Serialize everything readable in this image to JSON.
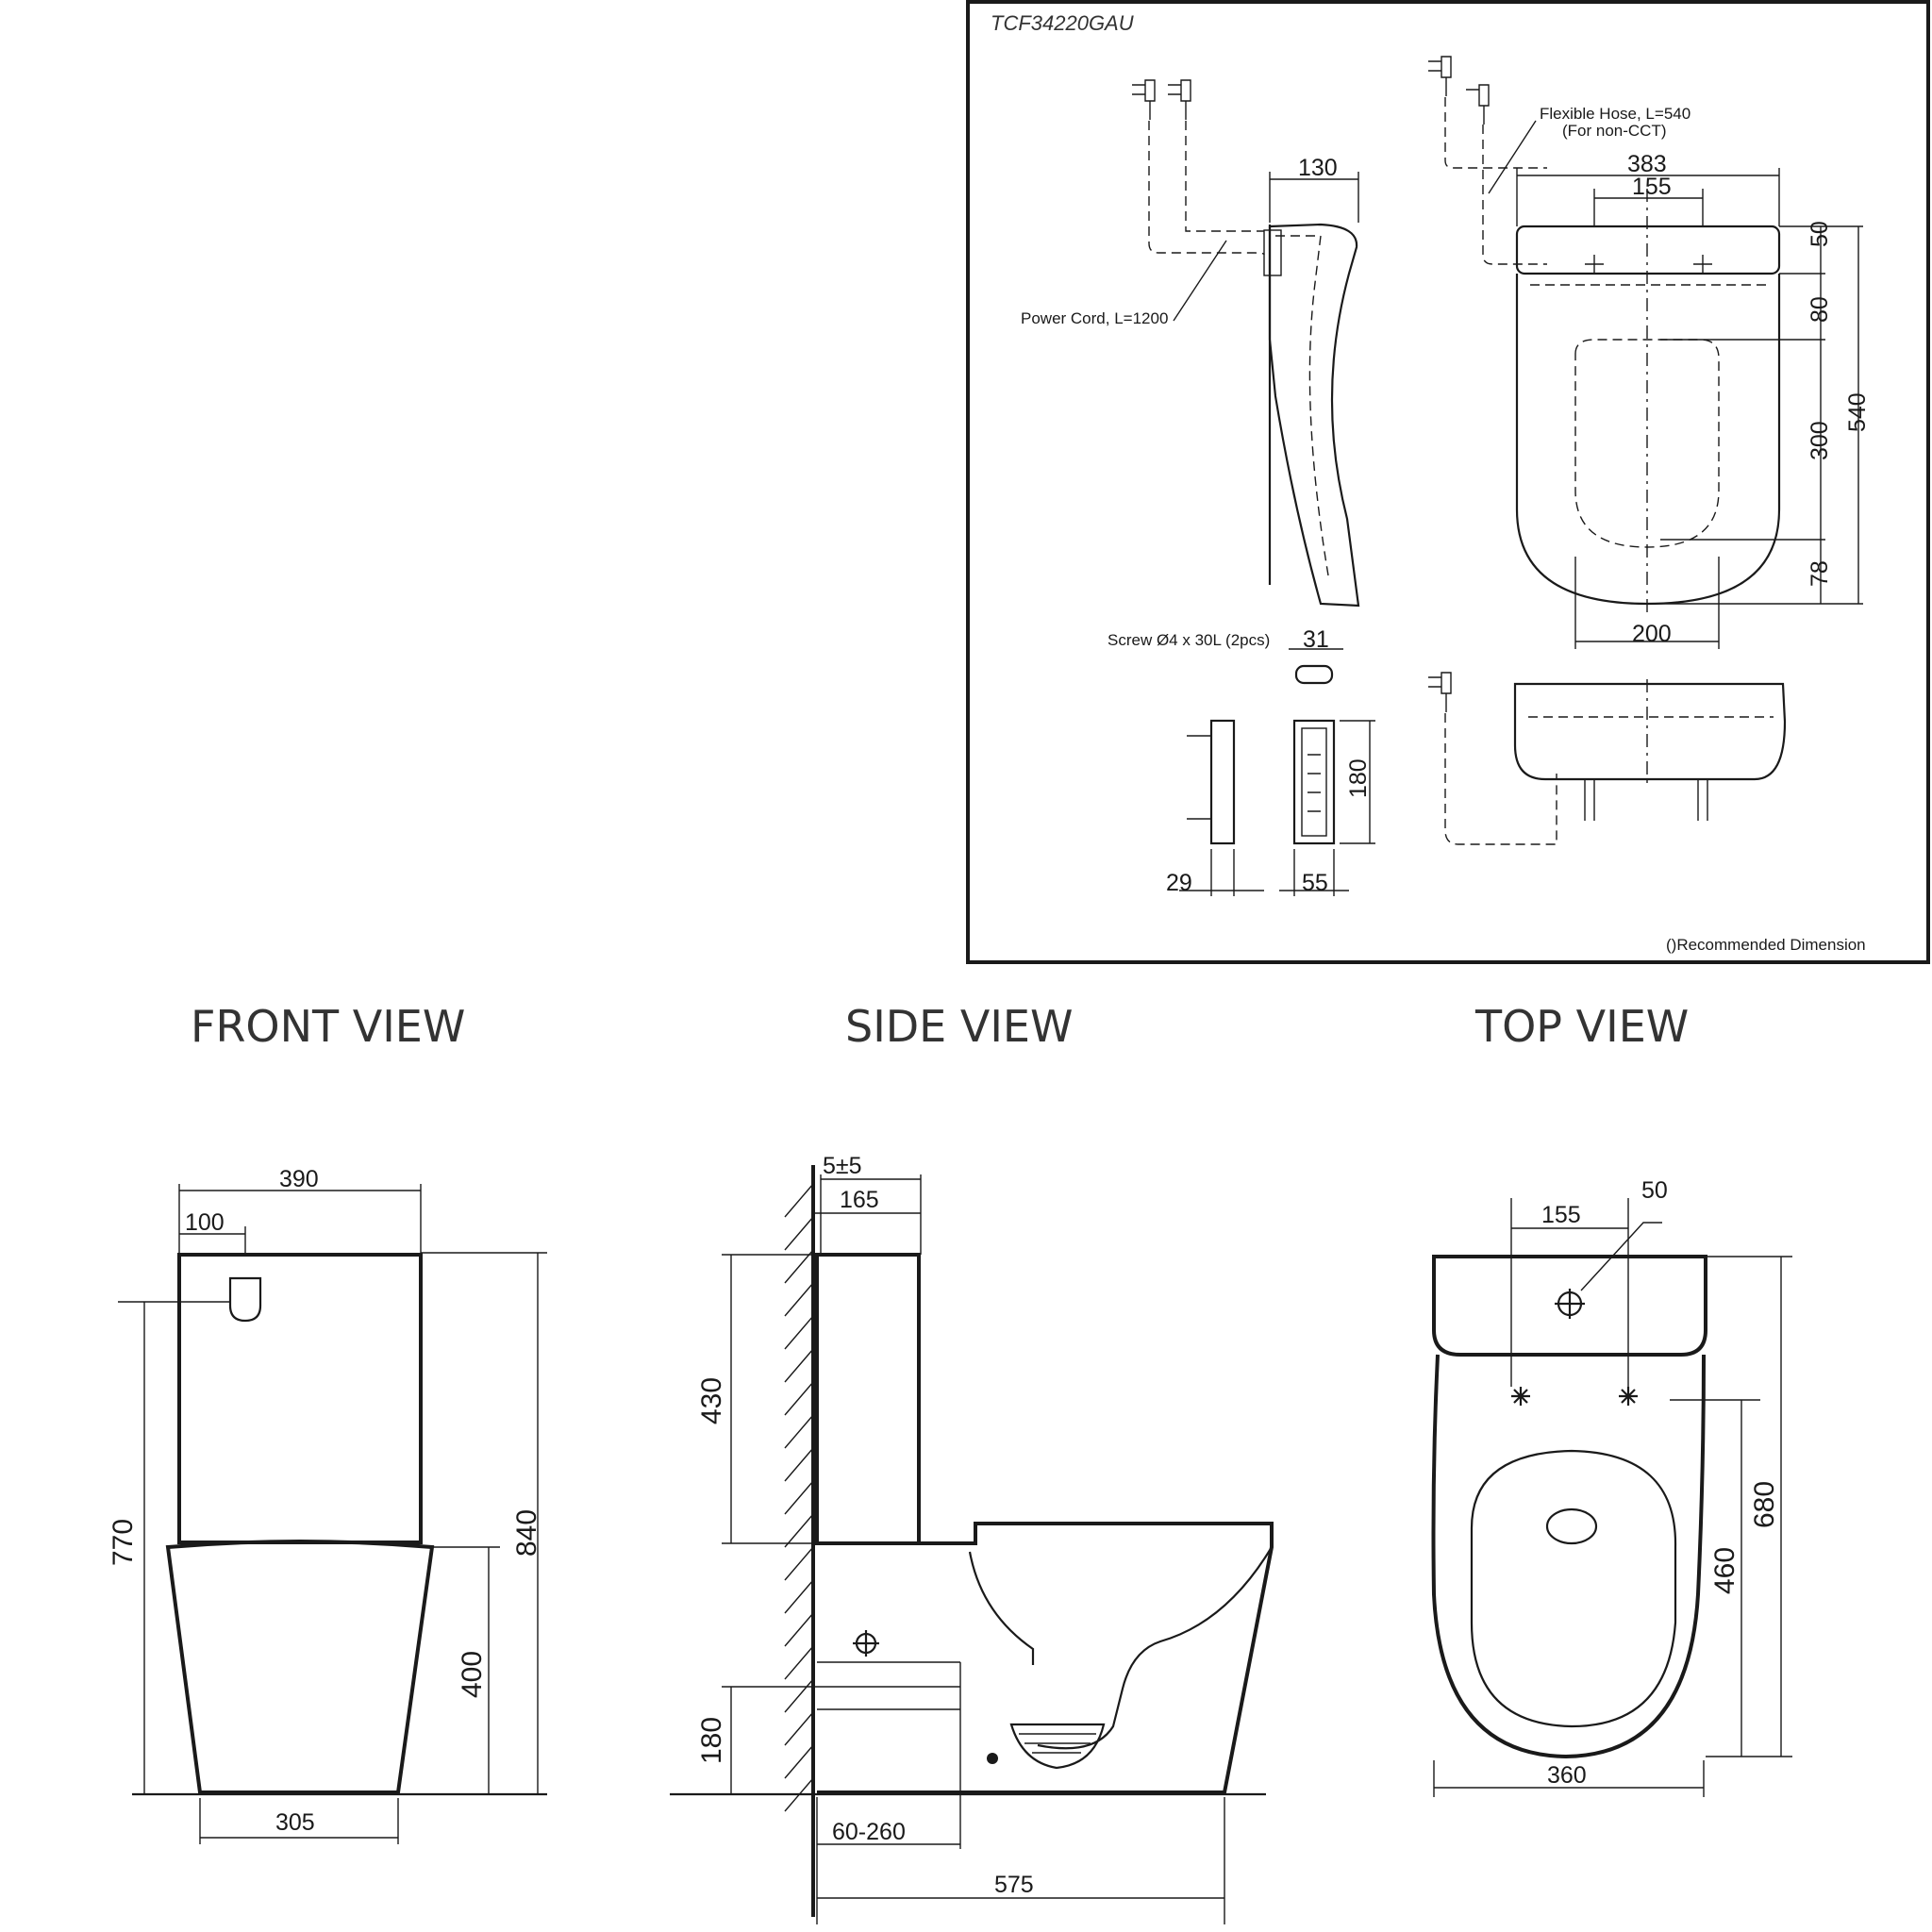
{
  "spec_panel": {
    "model": "TCF34220GAU",
    "power_cord": "Power Cord, L=1200",
    "flexible_hose": "Flexible Hose, L=540",
    "flexible_hose_note": "(For non-CCT)",
    "screw": "Screw Ø4 x 30L (2pcs)",
    "footnote": "()Recommended Dimension",
    "dims": {
      "side_depth": "130",
      "width": "383",
      "bolt_spacing": "155",
      "d50": "50",
      "d80": "80",
      "d300": "300",
      "d540": "540",
      "d78": "78",
      "d200": "200",
      "d31": "31",
      "d180": "180",
      "d29": "29",
      "d55": "55"
    }
  },
  "views": {
    "front": {
      "title": "FRONT VIEW",
      "dims": {
        "width": "390",
        "offset": "100",
        "height_inlet": "770",
        "height_total": "840",
        "height_bowl": "400",
        "base": "305"
      }
    },
    "side": {
      "title": "SIDE VIEW",
      "dims": {
        "gap": "5±5",
        "tank_depth": "165",
        "tank_height": "430",
        "inlet_height": "180",
        "setout": "60-260",
        "depth": "575"
      }
    },
    "top": {
      "title": "TOP VIEW",
      "dims": {
        "bolt_spacing": "155",
        "hole": "50",
        "length": "680",
        "seat_length": "460",
        "width": "360"
      }
    }
  }
}
